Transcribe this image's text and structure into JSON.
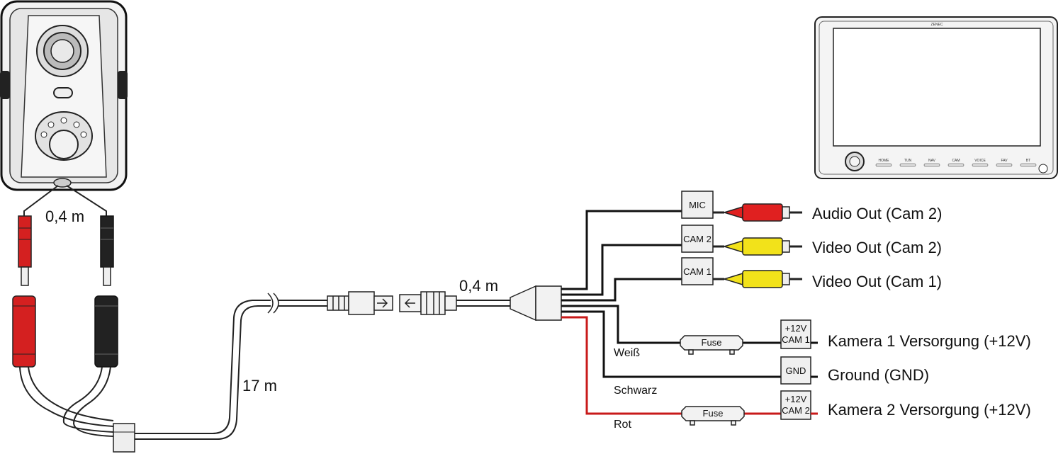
{
  "lengths": {
    "camera_to_plugs": "0,4 m",
    "main_cable": "17 m",
    "adapter_lead": "0,4 m"
  },
  "boxes": {
    "mic": "MIC",
    "cam2": "CAM 2",
    "cam1": "CAM 1",
    "power_cam1_l1": "+12V",
    "power_cam1_l2": "CAM 1",
    "gnd": "GND",
    "power_cam2_l1": "+12V",
    "power_cam2_l2": "CAM 2",
    "fuse1": "Fuse",
    "fuse2": "Fuse"
  },
  "outputs": {
    "audio_cam2": "Audio Out (Cam 2)",
    "video_cam2": "Video Out (Cam 2)",
    "video_cam1": "Video Out (Cam 1)",
    "power_cam1": "Kamera 1 Versorgung (+12V)",
    "ground": "Ground (GND)",
    "power_cam2": "Kamera 2 Versorgung (+12V)"
  },
  "wire_colors": {
    "white": "Weiß",
    "black": "Schwarz",
    "red": "Rot"
  },
  "monitor": {
    "brand": "ZENEC",
    "buttons": [
      "HOME",
      "TUN",
      "NAV",
      "CAM",
      "VOICE",
      "FAV",
      "BT"
    ]
  },
  "colors": {
    "red_wire": "#cc1a1a",
    "rca_red": "#e02020",
    "rca_yellow": "#f2e21a",
    "black_wire": "#111111"
  }
}
